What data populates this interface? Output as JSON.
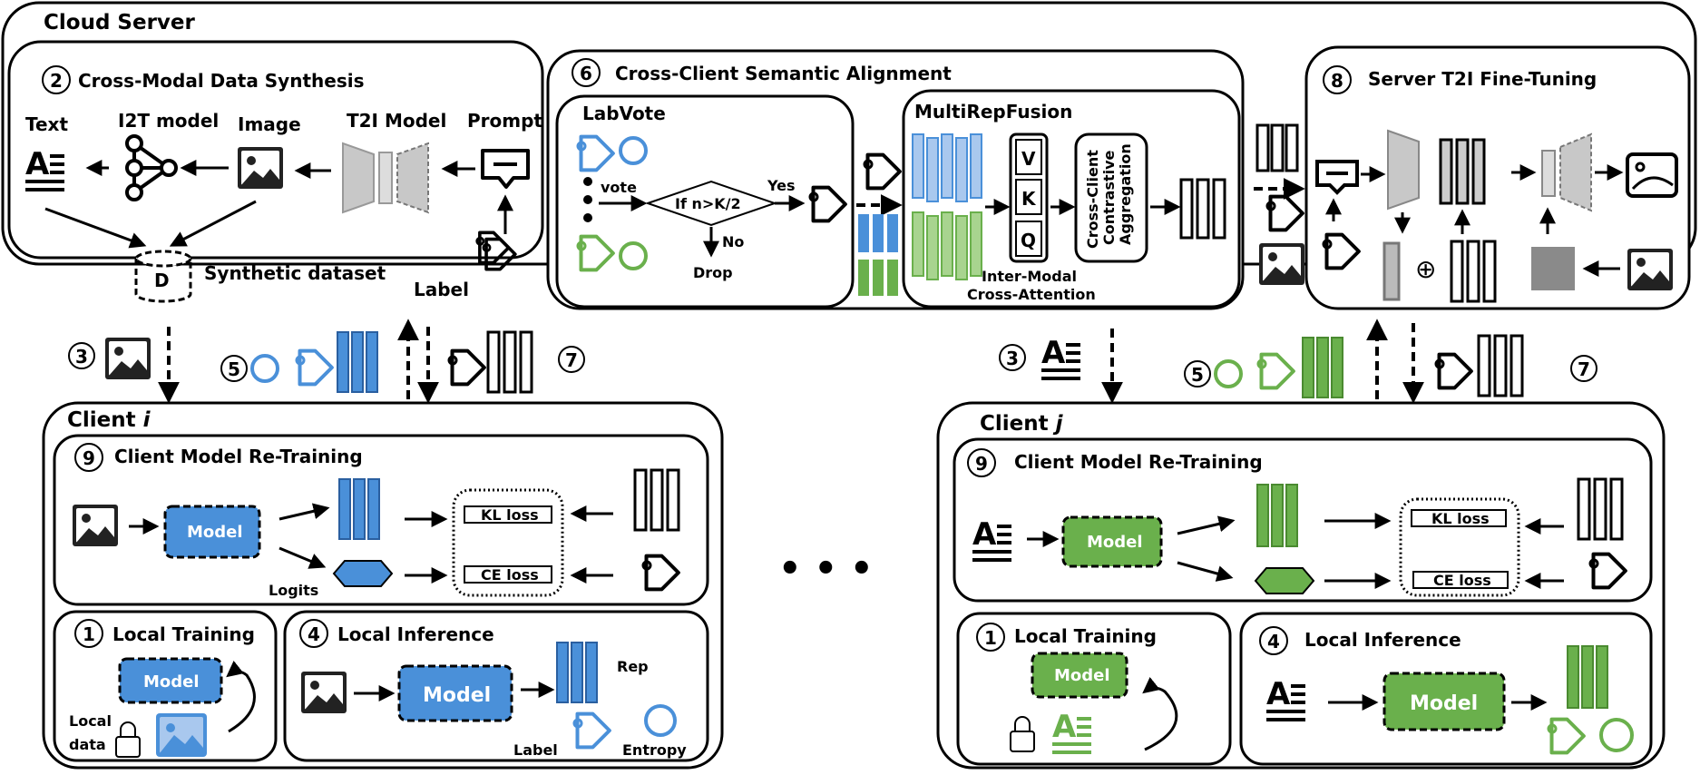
{
  "colors": {
    "client_i": "#4a90d9",
    "client_j": "#6ab04c",
    "gray": "#c8c8c8"
  },
  "cloud": {
    "title": "Cloud Server",
    "synthesis": {
      "num": "2",
      "title": "Cross-Modal Data Synthesis",
      "text": "Text",
      "i2t": "I2T model",
      "image": "Image",
      "t2i": "T2I Model",
      "prompt": "Prompt",
      "label": "Label",
      "dataset": "Synthetic dataset",
      "dataset_letter": "D"
    },
    "alignment": {
      "num": "6",
      "title": "Cross-Client Semantic Alignment",
      "labvote": "LabVote",
      "vote": "vote",
      "cond": "If n>K/2",
      "yes": "Yes",
      "no": "No",
      "drop": "Drop",
      "multirep": "MultiRepFusion",
      "v": "V",
      "k": "K",
      "q": "Q",
      "cc1": "Cross-Client",
      "cc2": "Contrastive",
      "cc3": "Aggregation",
      "im1": "Inter-Modal",
      "im2": "Cross-Attention"
    },
    "finetune": {
      "num": "8",
      "title": "Server T2I Fine-Tuning",
      "plus": "⊕"
    }
  },
  "flows": {
    "n3": "3",
    "n5": "5",
    "n7": "7"
  },
  "client_i": {
    "title": "Client ",
    "title_var": "i",
    "retrain": {
      "num": "9",
      "title": "Client Model Re-Training",
      "model": "Model",
      "logits": "Logits",
      "kl": "KL loss",
      "ce": "CE loss"
    },
    "local_training": {
      "num": "1",
      "title": "Local Training",
      "model": "Model",
      "local": "Local",
      "data": "data"
    },
    "local_inference": {
      "num": "4",
      "title": "Local Inference",
      "model": "Model",
      "rep": "Rep",
      "label": "Label",
      "entropy": "Entropy"
    }
  },
  "client_j": {
    "title": "Client ",
    "title_var": "j",
    "retrain": {
      "num": "9",
      "title": "Client Model Re-Training",
      "model": "Model",
      "kl": "KL loss",
      "ce": "CE loss"
    },
    "local_training": {
      "num": "1",
      "title": "Local Training",
      "model": "Model"
    },
    "local_inference": {
      "num": "4",
      "title": "Local Inference",
      "model": "Model"
    }
  },
  "ellipsis": "• • •"
}
